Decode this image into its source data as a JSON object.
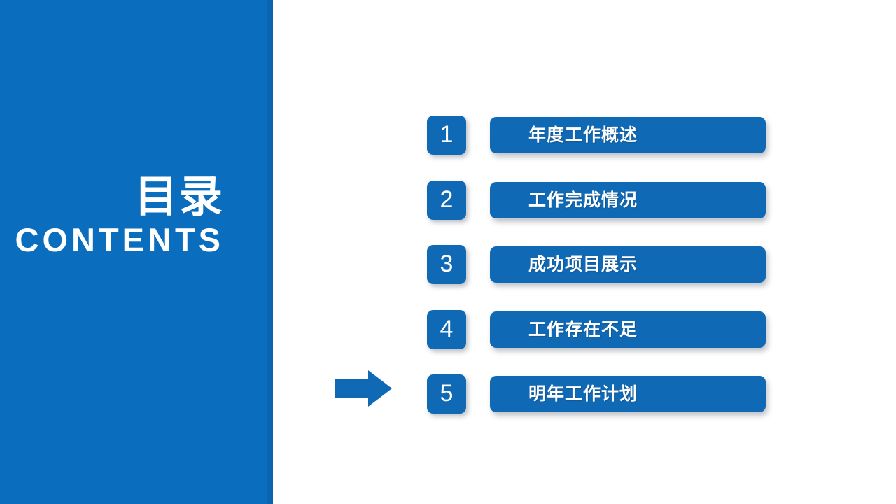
{
  "slide": {
    "title_cn": "目录",
    "title_en": "CONTENTS",
    "accent_color": "#0b6dbd",
    "panel_edge_color": "#0a65b0",
    "item_color": "#1069b4",
    "background_color": "#ffffff",
    "text_color": "#ffffff"
  },
  "menu": {
    "items": [
      {
        "number": "1",
        "label": "年度工作概述"
      },
      {
        "number": "2",
        "label": "工作完成情况"
      },
      {
        "number": "3",
        "label": "成功项目展示"
      },
      {
        "number": "4",
        "label": "工作存在不足"
      },
      {
        "number": "5",
        "label": "明年工作计划"
      }
    ]
  },
  "pointer": {
    "icon": "arrow-right-icon",
    "points_to_item": "5"
  }
}
